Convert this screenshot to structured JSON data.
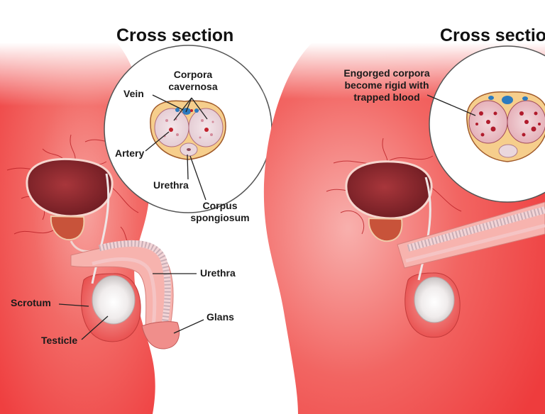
{
  "titles": {
    "left": "Cross section",
    "right": "Cross sectio"
  },
  "left_labels": {
    "vein": "Vein",
    "corpora_line1": "Corpora",
    "corpora_line2": "cavernosa",
    "artery": "Artery",
    "urethra_cs": "Urethra",
    "spong_line1": "Corpus",
    "spong_line2": "spongiosum",
    "urethra": "Urethra",
    "scrotum": "Scrotum",
    "glans": "Glans",
    "testicle": "Testicle"
  },
  "right_labels": {
    "engorged_line1": "Engorged corpora",
    "engorged_line2": "become rigid with",
    "engorged_line3": "trapped blood"
  },
  "colors": {
    "body_red": "#f04848",
    "skin_pink": "#f9b3b0",
    "bladder": "#8e2a2e",
    "prostate": "#c9553a",
    "circle_stroke": "#555555",
    "label_text": "#1a1a1a"
  }
}
